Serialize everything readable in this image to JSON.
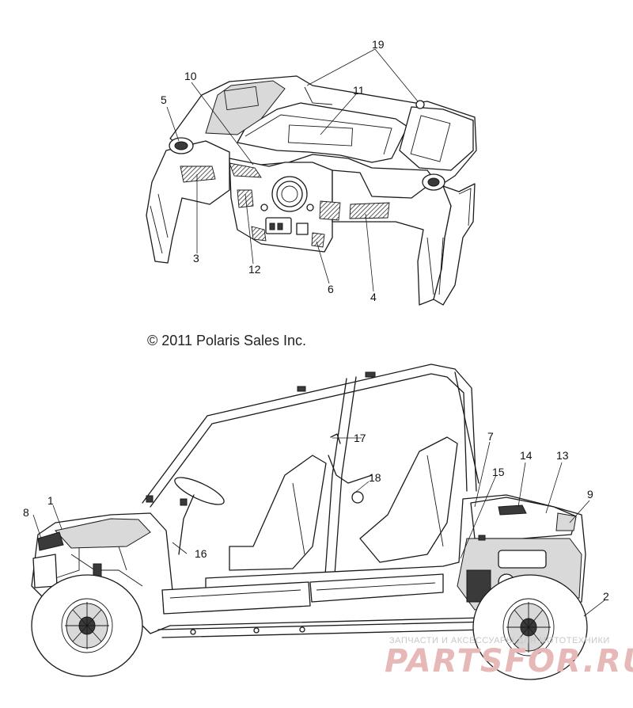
{
  "copyright": "© 2011 Polaris Sales Inc.",
  "watermark": {
    "tagline": "ЗАПЧАСТИ И АКСЕССУАРЫ ДЛЯ МОТОТЕХНИКИ",
    "logo": "PARTSFOR.RU"
  },
  "callouts": {
    "c1": "1",
    "c2": "2",
    "c3": "3",
    "c4": "4",
    "c5": "5",
    "c6": "6",
    "c7": "7",
    "c8": "8",
    "c9": "9",
    "c10": "10",
    "c11": "11",
    "c12": "12",
    "c13": "13",
    "c14": "14",
    "c15": "15",
    "c16": "16",
    "c17": "17",
    "c18": "18",
    "c19": "19"
  },
  "colors": {
    "line": "#1a1a1a",
    "watermark_logo": "#e6b8b8",
    "watermark_text": "#c8c8c8"
  }
}
